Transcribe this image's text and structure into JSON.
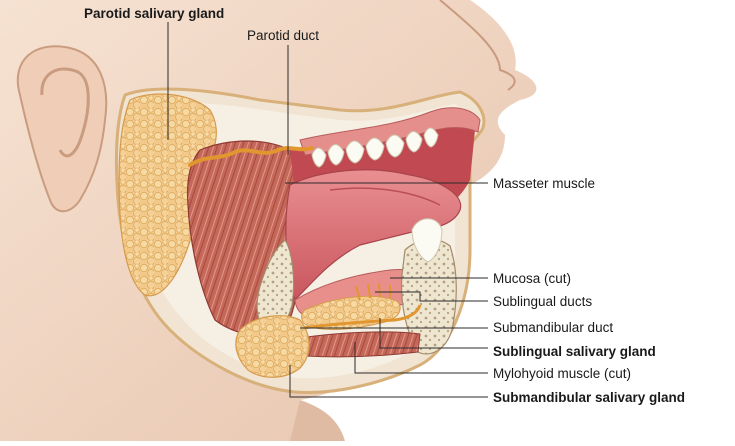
{
  "labels": {
    "parotid_gland": "Parotid salivary gland",
    "parotid_duct": "Parotid duct",
    "masseter": "Masseter muscle",
    "mucosa": "Mucosa (cut)",
    "sublingual_ducts": "Sublingual ducts",
    "submandibular_duct": "Submandibular duct",
    "sublingual_gland": "Sublingual salivary gland",
    "mylohyoid": "Mylohyoid muscle (cut)",
    "submandibular_gland": "Submandibular salivary gland"
  },
  "colors": {
    "skin": "#f1d8c6",
    "skin_shadow": "#dcb59c",
    "gland": "#f3c98a",
    "muscle": "#c4685a",
    "mucosa": "#e58f8c",
    "tongue": "#d96b71",
    "bone": "#efe6cf",
    "teeth": "#fbfaf3",
    "duct": "#e2962f"
  }
}
